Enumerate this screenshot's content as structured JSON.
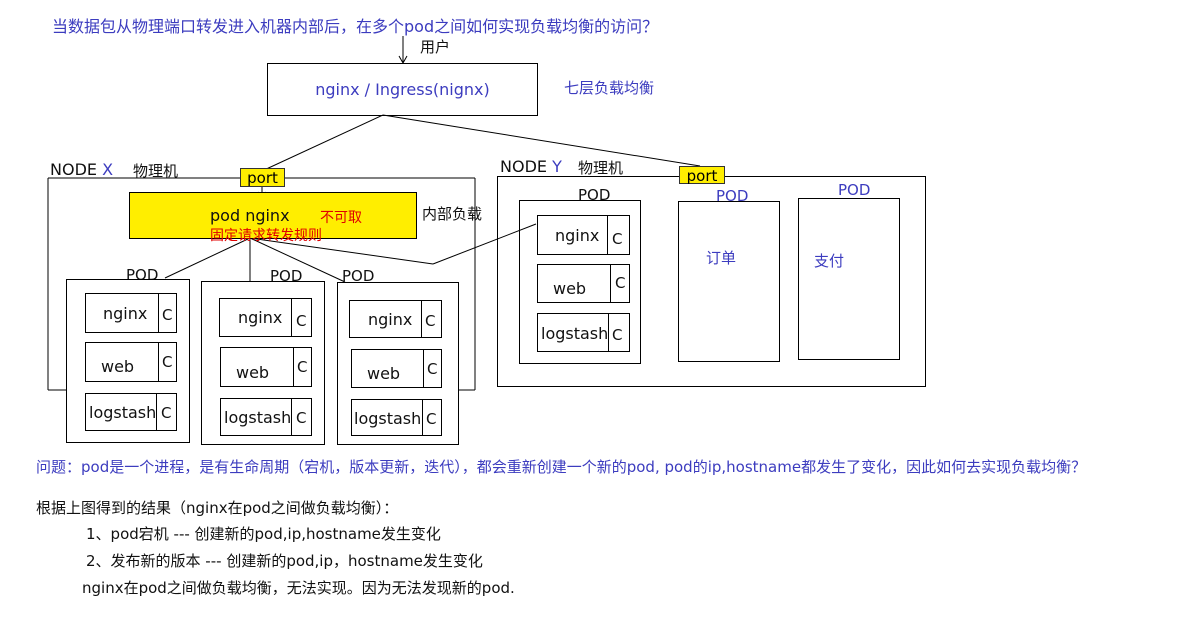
{
  "header_question": "当数据包从物理端口转发进入机器内部后，在多个pod之间如何实现负载均衡的访问？",
  "user_label": "用户",
  "ingress_label": "nginx / Ingress(nignx)",
  "layer7_label": "七层负载均衡",
  "node_x": {
    "prefix": "NODE",
    "letter": "X",
    "machine": "物理机",
    "port": "port",
    "inner_nginx": "pod  nginx",
    "not_ok": "不可取",
    "fixed_rule": "固定请求转发规则",
    "internal_lb": "内部负载",
    "pods": [
      {
        "title": "POD",
        "containers": [
          "nginx",
          "web",
          "logstash"
        ],
        "c": "C"
      },
      {
        "title": "POD",
        "containers": [
          "nginx",
          "web",
          "logstash"
        ],
        "c": "C"
      },
      {
        "title": "POD",
        "containers": [
          "nginx",
          "web",
          "logstash"
        ],
        "c": "C"
      }
    ]
  },
  "node_y": {
    "prefix": "NODE",
    "letter": "Y",
    "machine": "物理机",
    "port": "port",
    "pod_title": "POD",
    "containers": [
      "nginx",
      "web",
      "logstash"
    ],
    "c": "C",
    "order_pod_title": "POD",
    "order_label": "订单",
    "pay_pod_title": "POD",
    "pay_label": "支付"
  },
  "problem_text": "问题：pod是一个进程，是有生命周期（宕机，版本更新，迭代），都会重新创建一个新的pod, pod的ip,hostname都发生了变化，因此如何去实现负载均衡？",
  "conclusion": {
    "heading": "根据上图得到的结果（nginx在pod之间做负载均衡）：",
    "item1": "1、pod宕机 --- 创建新的pod,ip,hostname发生变化",
    "item2": "2、发布新的版本  --- 创建新的pod,ip，hostname发生变化",
    "summary": "nginx在pod之间做负载均衡，无法实现。因为无法发现新的pod."
  },
  "colors": {
    "blue_text": "#3c3cbf",
    "highlight": "#ffee00",
    "warn": "#e00000"
  }
}
